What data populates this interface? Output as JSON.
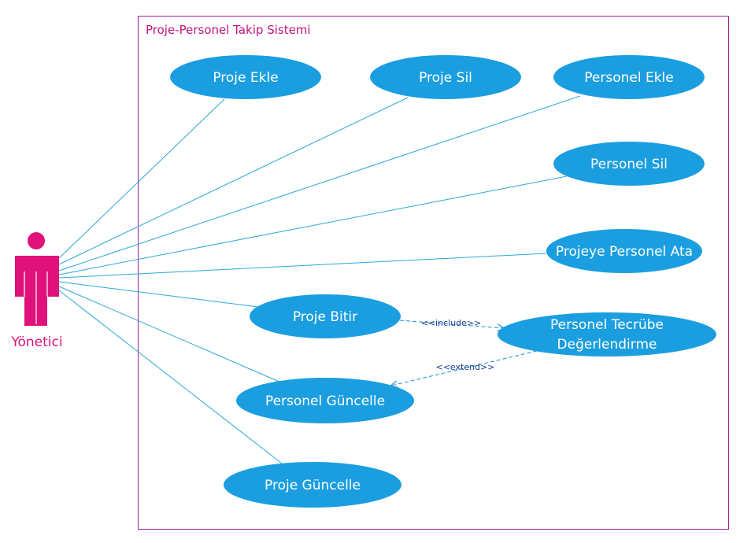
{
  "colors": {
    "system_border": "#a0209a",
    "system_title": "#c0157c",
    "actor": "#e0117a",
    "usecase_fill": "#1b9ee0",
    "association_line": "#2aa7d6",
    "dependency_line": "#1b8ed8",
    "dependency_label": "#1a3f8c"
  },
  "system": {
    "title": "Proje-Personel Takip Sistemi"
  },
  "actor": {
    "label": "Yönetici",
    "icon": "stick-figure-icon"
  },
  "use_cases": {
    "proje_ekle": "Proje Ekle",
    "proje_sil": "Proje Sil",
    "personel_ekle": "Personel Ekle",
    "personel_sil": "Personel Sil",
    "projeye_personel_ata": "Projeye Personel Ata",
    "proje_bitir": "Proje Bitir",
    "personel_tecrube_line1": "Personel Tecrübe",
    "personel_tecrube_line2": "Değerlendirme",
    "personel_guncelle": "Personel Güncelle",
    "proje_guncelle": "Proje Güncelle"
  },
  "relations": {
    "include": "<<include>>",
    "extend": "<<extend>>"
  }
}
